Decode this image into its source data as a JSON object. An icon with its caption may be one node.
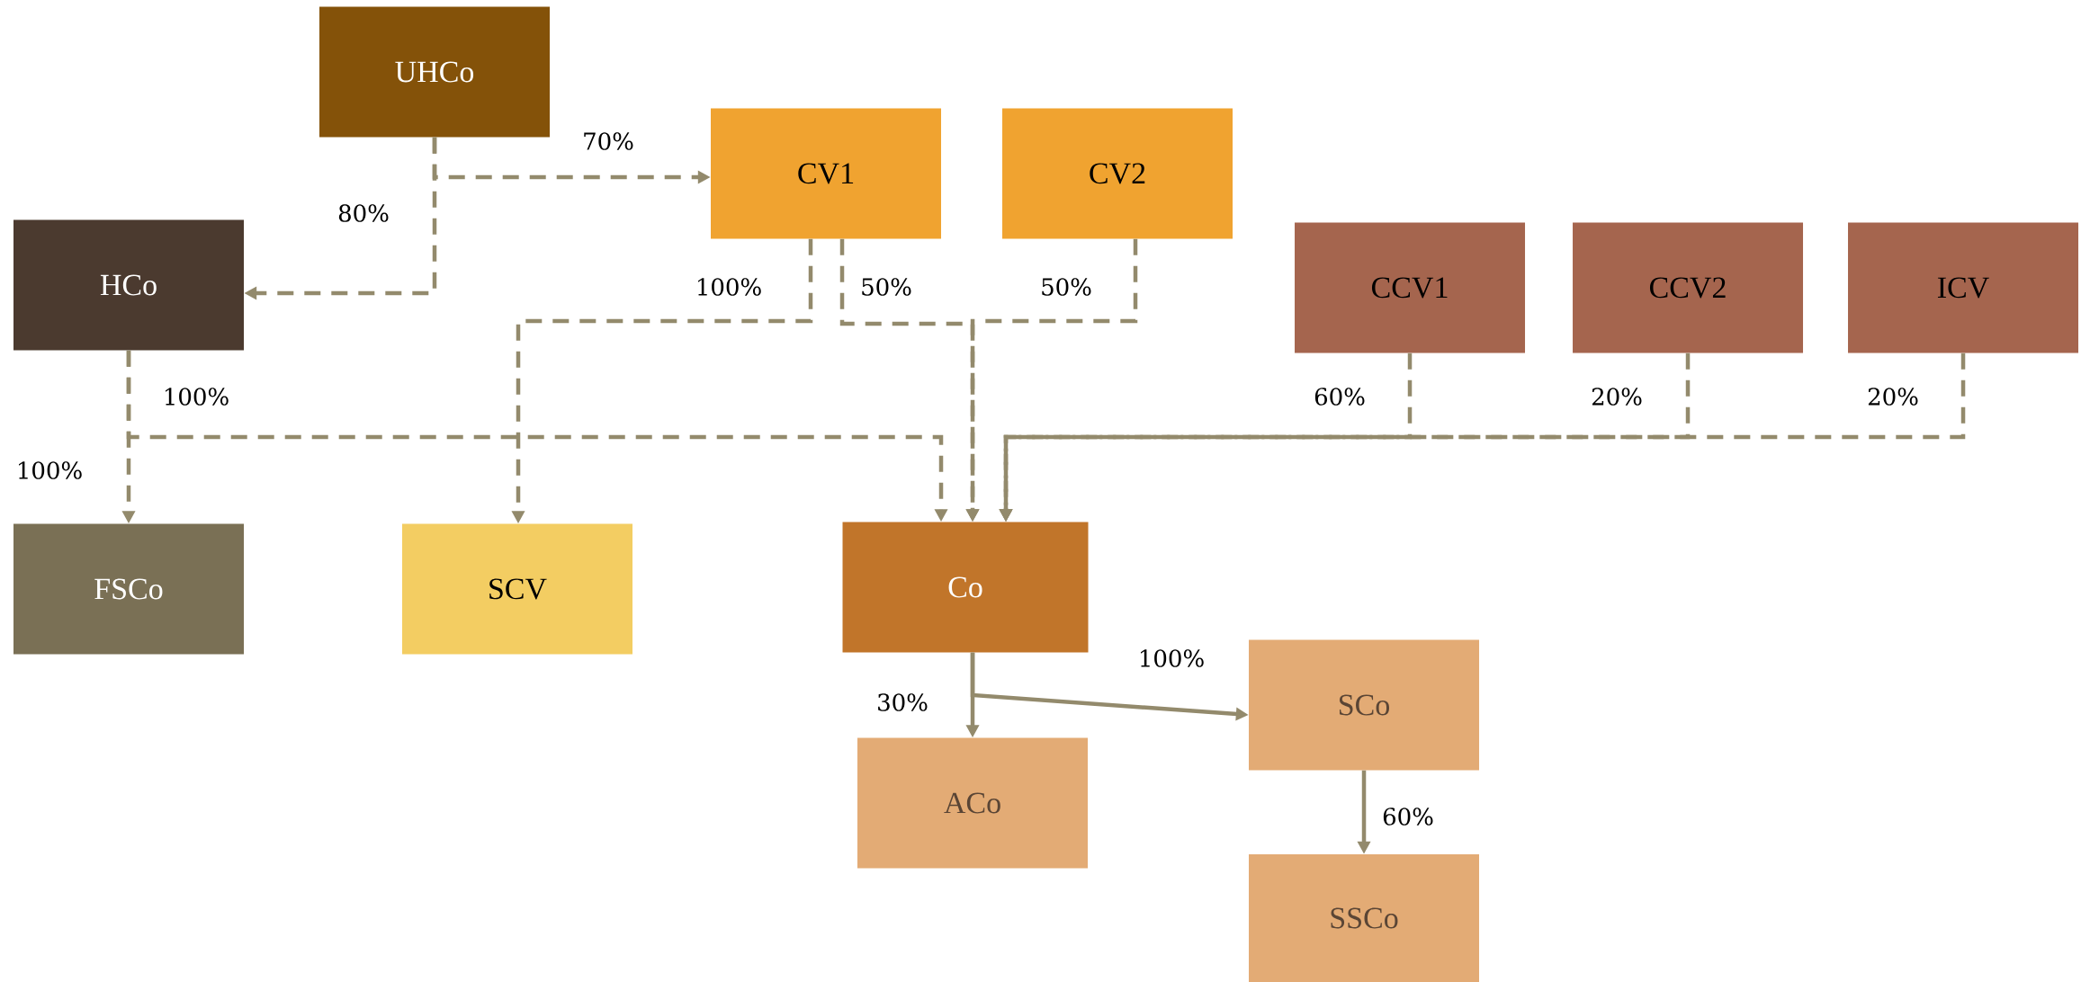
{
  "diagram": {
    "nodes": [
      {
        "text": [
          "UHCo"
        ]
      },
      {
        "text": [
          "CV1"
        ]
      },
      {
        "text": [
          "CV2"
        ]
      },
      {
        "text": [
          "HCo"
        ]
      },
      {
        "text": [
          "CCV1"
        ]
      },
      {
        "text": [
          "CCV2"
        ]
      },
      {
        "text": [
          "ICV"
        ]
      },
      {
        "text": [
          "FSCo"
        ]
      },
      {
        "text": [
          "SCV"
        ]
      },
      {
        "text": [
          "Co"
        ]
      },
      {
        "text": [
          "SCo"
        ]
      },
      {
        "text": [
          "ACo"
        ]
      },
      {
        "text": [
          "SSCo"
        ]
      }
    ],
    "edges": [
      {
        "from": 0,
        "to": 1,
        "arrow": "to",
        "label": "70%",
        "style": "dashed"
      },
      {
        "from": 0,
        "to": 3,
        "arrow": "to",
        "label": "80%",
        "style": "dashed"
      },
      {
        "from": 1,
        "to": 8,
        "arrow": "to",
        "label": "100%",
        "style": "dashed"
      },
      {
        "from": 1,
        "to": 9,
        "arrow": "to",
        "label": "50%",
        "style": "dashed"
      },
      {
        "from": 2,
        "to": 9,
        "arrow": "to",
        "label": "50%",
        "style": "dashed"
      },
      {
        "from": 3,
        "to": 7,
        "arrow": "to",
        "label": "100%",
        "style": "dashed"
      },
      {
        "from": 3,
        "to": 9,
        "arrow": "to",
        "label": "100%",
        "style": "dashed"
      },
      {
        "from": 4,
        "to": 9,
        "arrow": "to",
        "label": "60%",
        "style": "dashed"
      },
      {
        "from": 5,
        "to": 9,
        "arrow": "to",
        "label": "20%",
        "style": "dashed"
      },
      {
        "from": 6,
        "to": 9,
        "arrow": "to",
        "label": "20%",
        "style": "dashed"
      },
      {
        "from": 9,
        "to": 11,
        "arrow": "to",
        "label": "30%"
      },
      {
        "from": 9,
        "to": 10,
        "arrow": "to",
        "label": "100%"
      },
      {
        "from": 10,
        "to": 12,
        "arrow": "to",
        "label": "60%"
      }
    ]
  }
}
